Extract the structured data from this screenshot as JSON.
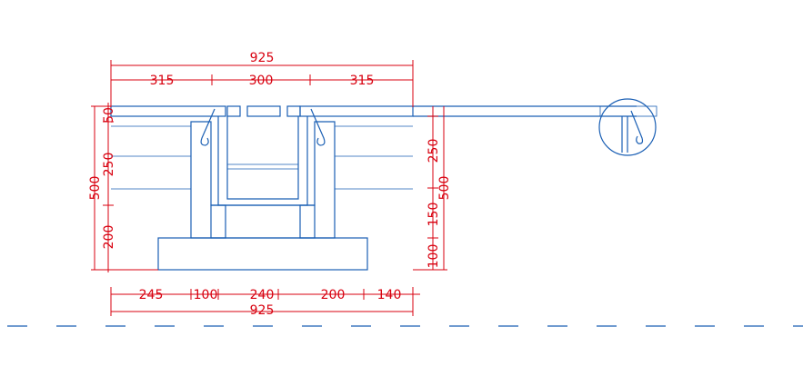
{
  "drawing": {
    "top_dimensions": {
      "overall": "925",
      "left_segment": "315",
      "center_segment": "300",
      "right_segment": "315"
    },
    "bottom_dimensions": {
      "overall": "925",
      "segments": [
        "245",
        "100",
        "240",
        "200",
        "140"
      ]
    },
    "left_dimensions": {
      "overall": "500",
      "segments": [
        "50",
        "250",
        "200"
      ]
    },
    "right_dimensions": {
      "overall": "500",
      "segments": [
        "250",
        "150",
        "100"
      ]
    },
    "colors": {
      "dimension": "#d8000f",
      "structure": "#1a5fb4",
      "background": "#ffffff"
    },
    "icons": [
      "detail-circle-icon",
      "hook-bar-icon",
      "concrete-hatch-icon"
    ]
  }
}
